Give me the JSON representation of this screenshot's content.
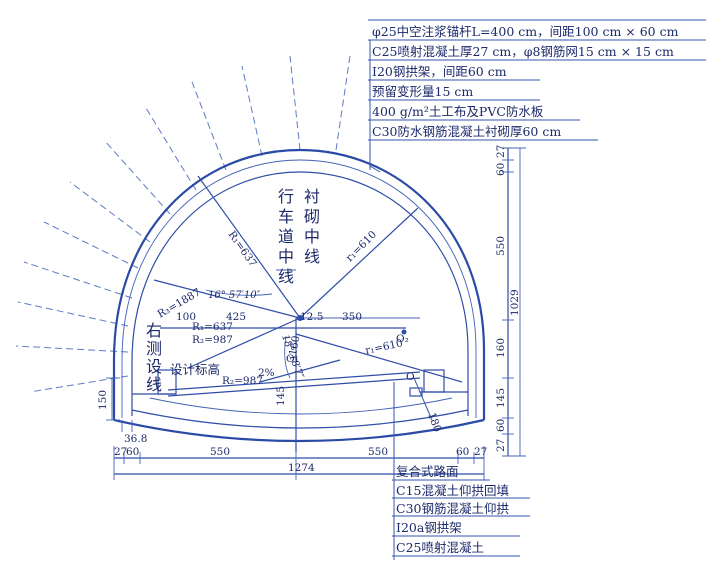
{
  "top_specs": [
    "φ25中空注浆锚杆L=400 cm，间距100 cm × 60 cm",
    "C25喷射混凝土厚27 cm，φ8钢筋网15 cm × 15 cm",
    "I20钢拱架，间距60 cm",
    "预留变形量15 cm",
    "400 g/m²土工布及PVC防水板",
    "C30防水钢筋混凝土衬砌厚60 cm"
  ],
  "bottom_specs": [
    "复合式路面",
    "C15混凝土仰拱回填",
    "C30钢筋混凝土仰拱",
    "I20a钢拱架",
    "C25喷射混凝土"
  ],
  "labels": {
    "lane_center": [
      "行",
      "车",
      "道",
      "中",
      "线"
    ],
    "lining_center": [
      "衬",
      "砌",
      "中",
      "线"
    ],
    "survey_line": [
      "右",
      "测",
      "设",
      "线"
    ],
    "design_elevation": "设计标高",
    "r1_left": "R₁=637",
    "r1_right": "r₁=610",
    "r3": "R₃=1887",
    "angle_top": "16° 57′10″",
    "d425": "425",
    "d100": "100",
    "r1_horizontal": "R₁=637",
    "r2": "R₂=987",
    "d12_5": "12.5",
    "d350": "350",
    "o2": "O₂",
    "o1": "O₁",
    "r1_lower": "r₁=610",
    "angle_lower": "18° 18′7″",
    "d160_inner": "160",
    "r2_lower": "R₂=987",
    "slope": "2%",
    "d145_inner": "145",
    "o": "O",
    "d180": "180",
    "d150": "150",
    "d36_8": "36.8",
    "right_60_top": "60",
    "right_27_top": "27",
    "right_550": "550",
    "right_1029": "1029",
    "right_160": "160",
    "right_145": "145",
    "right_60_bottom": "60",
    "right_27_bottom": "27",
    "bottom_27_left": "27",
    "bottom_60_left": "60",
    "bottom_550_left": "550",
    "bottom_550_right": "550",
    "bottom_60_right": "60",
    "bottom_27_right": "27",
    "bottom_total": "1274"
  },
  "colors": {
    "line": "#2f4ea8",
    "text": "#1c2a6a",
    "background": "#ffffff"
  }
}
